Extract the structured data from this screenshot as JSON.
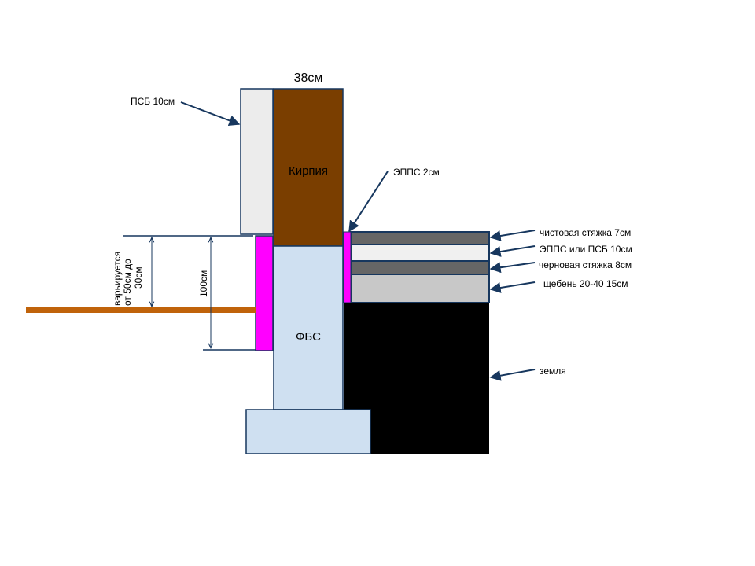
{
  "title": "38см",
  "labels": {
    "psb": "ПСБ 10см",
    "brick": "Кирпия",
    "epps_side": "ЭППС 2см",
    "fbs": "ФБС",
    "finish_screed": "чистовая стяжка 7см",
    "insulation": "ЭППС или ПСБ 10см",
    "rough_screed": "черновая стяжка 8см",
    "gravel": "щебень 20-40 15см",
    "earth": "земля",
    "varies_line1": "варьируется",
    "varies_line2": "от  50см до",
    "varies_line3": "30см",
    "depth": "100см"
  },
  "colors": {
    "stroke": "#17375e",
    "brick": "#7a3e00",
    "fbs": "#cfe0f1",
    "psb": "#ececec",
    "magenta": "#ff00ff",
    "dark_layer": "#666666",
    "light_layer": "#f0f0f0",
    "gravel": "#c8c8c8",
    "earth": "#000000",
    "ground_line": "#c0630a"
  }
}
